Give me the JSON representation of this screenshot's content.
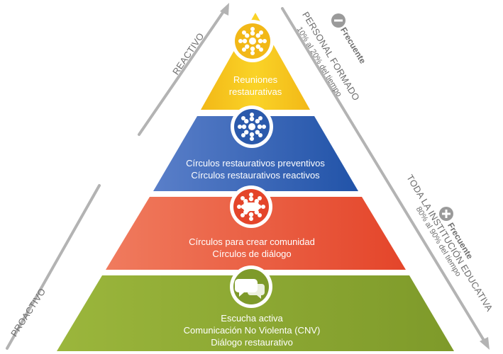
{
  "levels": [
    {
      "lines": [
        "Reuniones",
        "restaurativas"
      ],
      "color": "#f5c61a",
      "icon": "group-circle-icon"
    },
    {
      "lines": [
        "Círculos restaurativos preventivos",
        "Círculos restaurativos reactivos"
      ],
      "color": "#3462b2",
      "icon": "group-circle-icon"
    },
    {
      "lines": [
        "Círculos para crear comunidad",
        "Círculos de diálogo"
      ],
      "color": "#ea5435",
      "icon": "group-circle-icon"
    },
    {
      "lines": [
        "Escucha activa",
        "Comunicación No Violenta (CNV)",
        "Diálogo restaurativo"
      ],
      "color": "#8ea833",
      "icon": "speech-bubbles-icon"
    }
  ],
  "left_axis": {
    "top_label": "REACTIVO",
    "bottom_label": "PROACTIVO"
  },
  "right_top": {
    "sign": "minus-icon",
    "freq": "Frecuente",
    "range": "10% al 20% del tiempo",
    "group": "PERSONAL FORMADO"
  },
  "right_bottom": {
    "sign": "plus-icon",
    "freq": "Frecuente",
    "range": "80% al 90% del tiempo",
    "group": "TODA LA INSTITUCIÓN EDUCATIVA"
  }
}
